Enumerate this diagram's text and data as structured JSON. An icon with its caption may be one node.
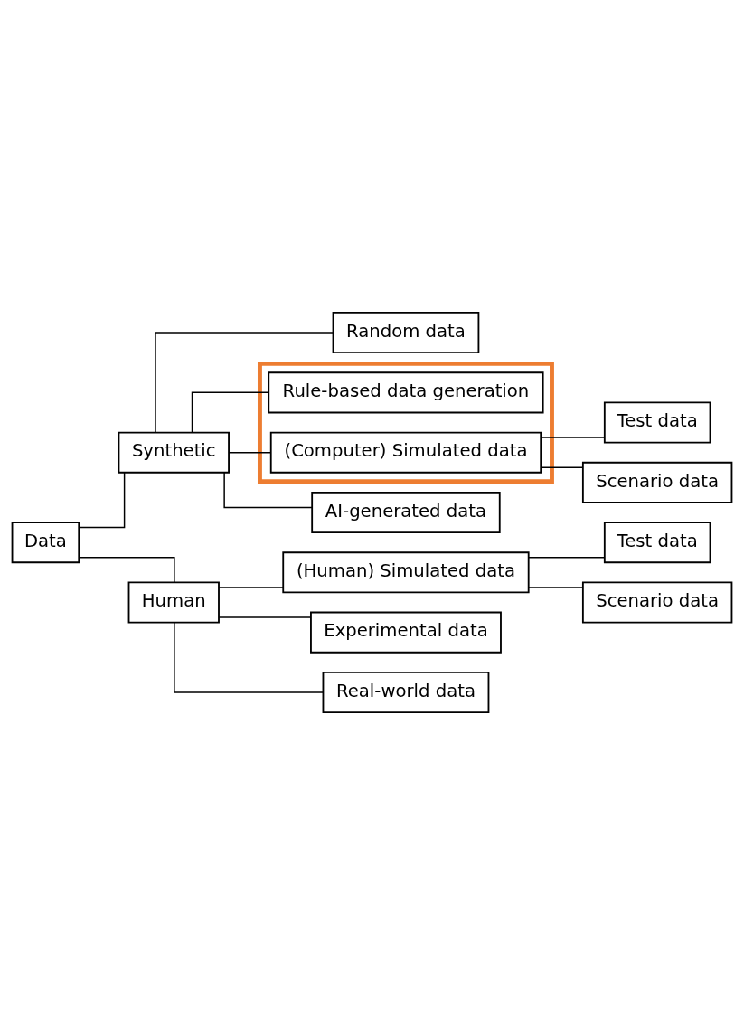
{
  "diagram": {
    "nodes": [
      {
        "text": [
          "Data"
        ]
      },
      {
        "text": [
          "Synthetic"
        ]
      },
      {
        "text": [
          "Random data"
        ]
      },
      {
        "text": [],
        "shape": "box"
      },
      {
        "text": [
          "Rule-based data generation"
        ],
        "in": 3
      },
      {
        "text": [
          "(Computer) Simulated data"
        ],
        "in": 3
      },
      {
        "text": [
          "Test data"
        ]
      },
      {
        "text": [
          "Scenario data"
        ]
      },
      {
        "text": [
          "AI-generated data"
        ]
      },
      {
        "text": [
          "Human"
        ]
      },
      {
        "text": [
          "(Human) Simulated data"
        ]
      },
      {
        "text": [
          "Test data"
        ]
      },
      {
        "text": [
          "Scenario data"
        ]
      },
      {
        "text": [
          "Experimental data"
        ]
      },
      {
        "text": [
          "Real-world data"
        ]
      }
    ],
    "edges": [
      {
        "from": 0,
        "to": 1,
        "arrow": "none"
      },
      {
        "from": 1,
        "to": 2,
        "arrow": "none"
      },
      {
        "from": 1,
        "to": 4,
        "arrow": "none"
      },
      {
        "from": 1,
        "to": 5,
        "arrow": "none"
      },
      {
        "from": 5,
        "to": 6,
        "arrow": "none"
      },
      {
        "from": 5,
        "to": 7,
        "arrow": "none"
      },
      {
        "from": 1,
        "to": 8,
        "arrow": "none"
      },
      {
        "from": 0,
        "to": 9,
        "arrow": "none"
      },
      {
        "from": 9,
        "to": 10,
        "arrow": "none"
      },
      {
        "from": 10,
        "to": 11,
        "arrow": "none"
      },
      {
        "from": 10,
        "to": 12,
        "arrow": "none"
      },
      {
        "from": 9,
        "to": 13,
        "arrow": "none"
      },
      {
        "from": 9,
        "to": 14,
        "arrow": "none"
      }
    ]
  }
}
